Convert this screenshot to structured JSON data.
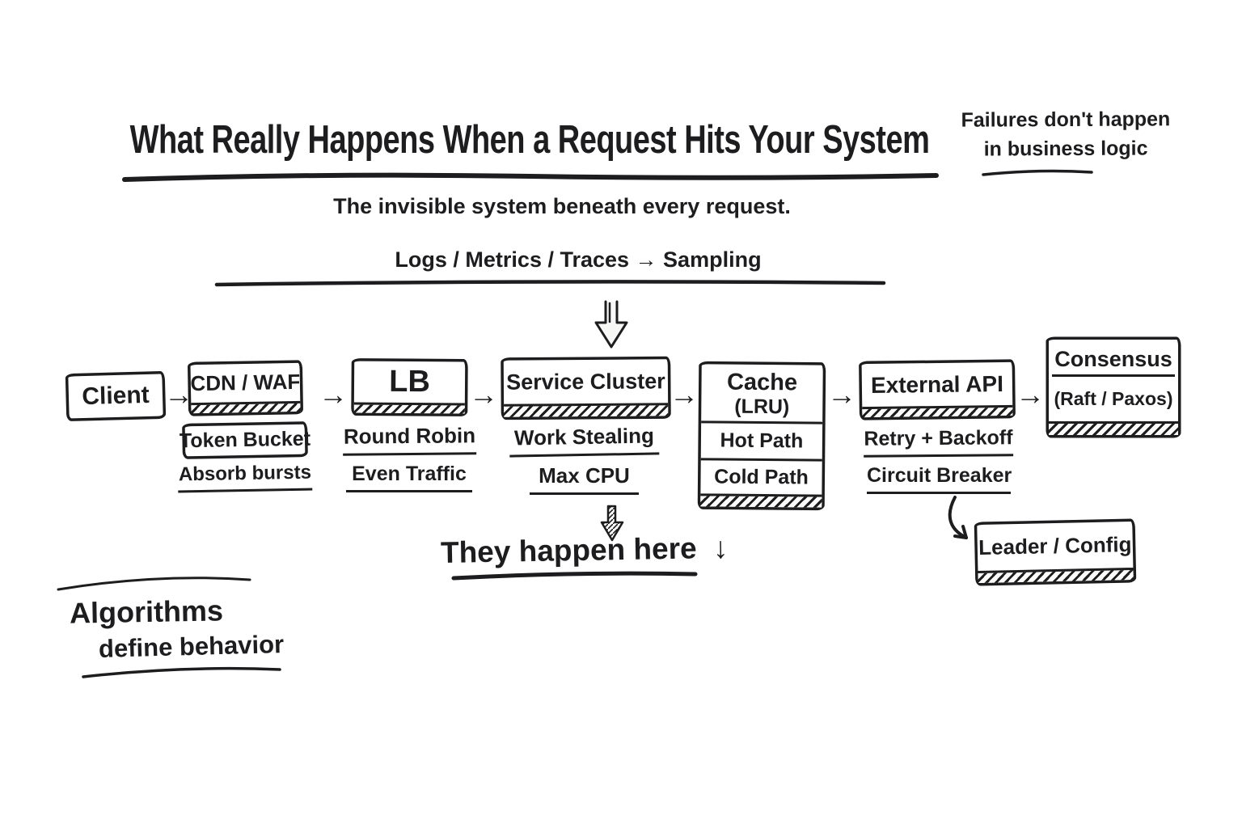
{
  "page": {
    "background": "#ffffff",
    "ink": "#1d1d1f"
  },
  "header": {
    "title": "What Really Happens When a Request Hits Your System",
    "subtitle": "The invisible system beneath every request.",
    "side_note_line1": "Failures don't happen",
    "side_note_line2": "in business logic"
  },
  "observability": {
    "label": "Logs / Metrics / Traces → Sampling"
  },
  "flow": {
    "arrow": "→",
    "nodes": [
      {
        "label": "Client"
      },
      {
        "label": "CDN / WAF",
        "annotations": [
          "Token Bucket",
          "Absorb bursts"
        ]
      },
      {
        "label": "LB",
        "annotations": [
          "Round Robin",
          "Even Traffic"
        ]
      },
      {
        "label": "Service Cluster",
        "annotations": [
          "Work Stealing",
          "Max CPU"
        ]
      },
      {
        "label": "Cache",
        "sublabel": "(LRU)",
        "rows": [
          "Hot Path",
          "Cold Path"
        ]
      },
      {
        "label": "External API",
        "annotations": [
          "Retry + Backoff",
          "Circuit Breaker"
        ]
      },
      {
        "label": "Consensus",
        "sublabel": "(Raft / Paxos)"
      }
    ]
  },
  "callouts": {
    "leader_config": "Leader / Config",
    "they_happen_here": "They happen here",
    "down_arrow": "↓",
    "algorithms_line1": "Algorithms",
    "algorithms_line2": "define behavior"
  }
}
